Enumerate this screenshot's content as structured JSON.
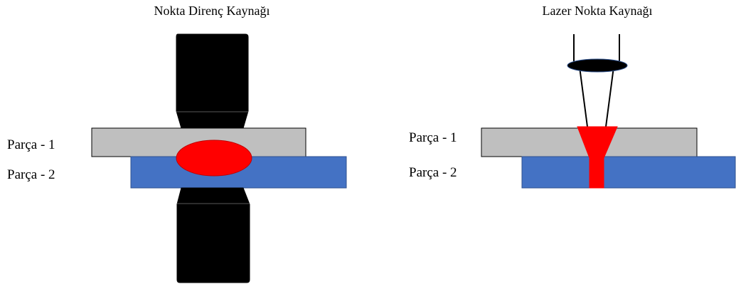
{
  "left_panel": {
    "title": "Nokta Direnç Kaynağı",
    "part1_label": "Parça - 1",
    "part2_label": "Parça - 2"
  },
  "right_panel": {
    "title": "Lazer Nokta Kaynağı",
    "part1_label": "Parça - 1",
    "part2_label": "Parça - 2"
  },
  "colors": {
    "electrode": "#000000",
    "part1": "#bfbfbf",
    "part2": "#4472c4",
    "weld": "#ff0000",
    "lens": "#000000",
    "outline": "#000000"
  }
}
